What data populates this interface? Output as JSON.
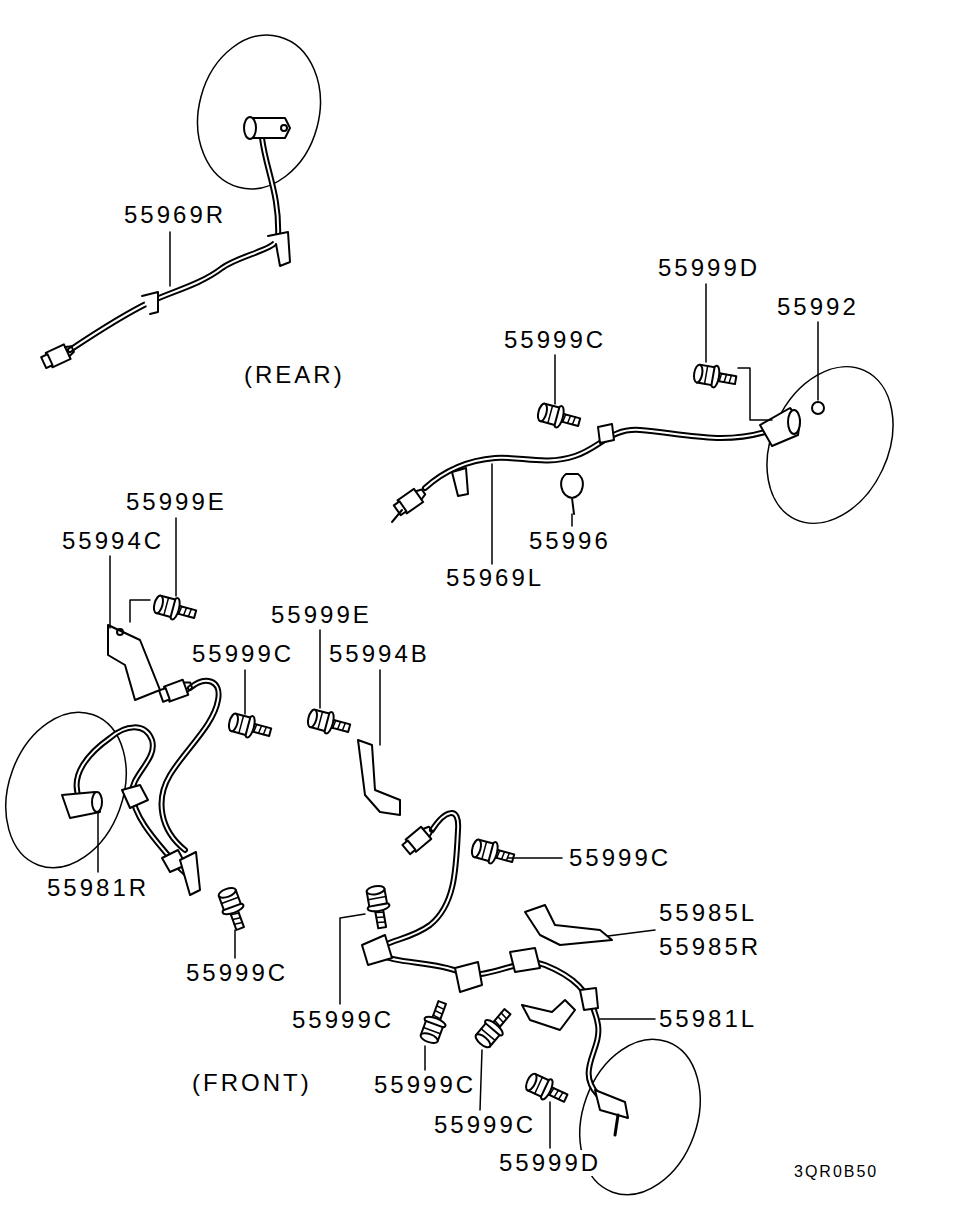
{
  "diagram": {
    "labels": [
      "55969R",
      "(REAR)",
      "55999D",
      "55992",
      "55999C",
      "55999E",
      "55994C",
      "55996",
      "55969L",
      "55999E",
      "55999C",
      "55994B",
      "55999C",
      "55981R",
      "55985L",
      "55985R",
      "55999C",
      "55999C",
      "55981L",
      "(FRONT)",
      "55999C",
      "55999C",
      "55999D",
      "3QR0B50"
    ]
  }
}
